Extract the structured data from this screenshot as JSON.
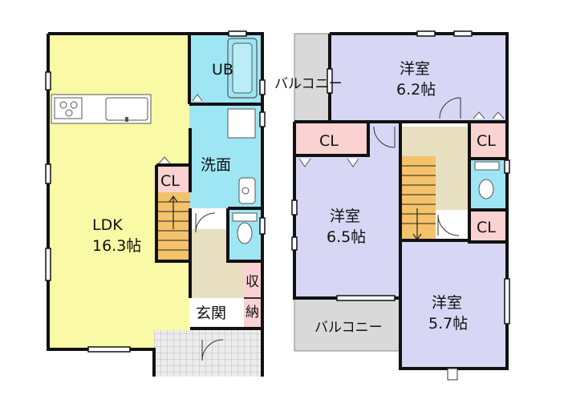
{
  "floor1": {
    "ldk": {
      "name": "LDK",
      "area": "16.3帖"
    },
    "ub": "UB",
    "senmen": "洗面",
    "cl": "CL",
    "genkan": "玄関",
    "shuno": [
      "収",
      "納"
    ]
  },
  "floor2": {
    "room_top": {
      "name": "洋室",
      "area": "6.2帖"
    },
    "room_mid": {
      "name": "洋室",
      "area": "6.5帖"
    },
    "room_bot": {
      "name": "洋室",
      "area": "5.7帖"
    },
    "balcony_top": "バルコニー",
    "balcony_bot": "バルコニー",
    "cl_mid": "CL",
    "cl_right_top": "CL",
    "cl_right_bot": "CL"
  },
  "colors": {
    "ldk": "#fafaa6",
    "bath": "#9fe6f4",
    "room": "#d7d7f5",
    "closet": "#fad2d2",
    "hall": "#e8dfc0",
    "stairs": "#f4c26a",
    "balcony": "#d9d9d9",
    "wall": "#111111"
  }
}
